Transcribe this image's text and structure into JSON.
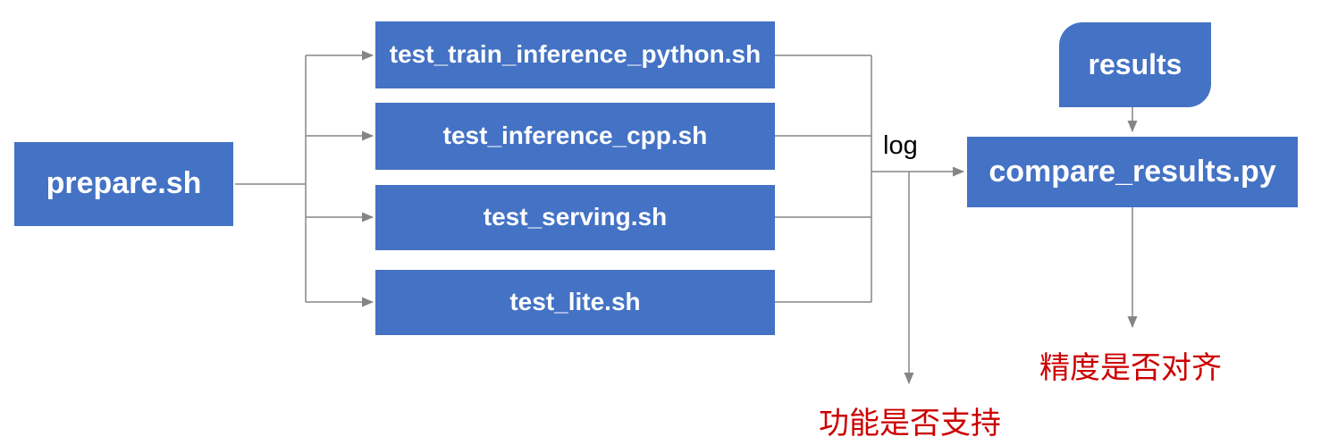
{
  "diagram": {
    "nodes": {
      "prepare": {
        "label": "prepare.sh",
        "shape": "rectangle"
      },
      "tests": [
        {
          "label": "test_train_inference_python.sh",
          "shape": "rectangle"
        },
        {
          "label": "test_inference_cpp.sh",
          "shape": "rectangle"
        },
        {
          "label": "test_serving.sh",
          "shape": "rectangle"
        },
        {
          "label": "test_lite.sh",
          "shape": "rectangle"
        }
      ],
      "results": {
        "label": "results",
        "shape": "round-diagonal-corner-rectangle"
      },
      "compare": {
        "label": "compare_results.py",
        "shape": "rectangle"
      }
    },
    "edge_labels": {
      "log": "log"
    },
    "annotations": {
      "function_support": "功能是否支持",
      "precision_align": "精度是否对齐"
    },
    "flow": [
      "prepare.sh -> each test script",
      "test scripts -> log -> compare_results.py",
      "log -> 功能是否支持",
      "results -> compare_results.py",
      "compare_results.py -> 精度是否对齐"
    ],
    "colors": {
      "node_fill": "#4472C4",
      "node_text": "#FFFFFF",
      "line": "#858585",
      "edge_label_text": "#000000",
      "annotation_text": "#CC0000"
    }
  }
}
